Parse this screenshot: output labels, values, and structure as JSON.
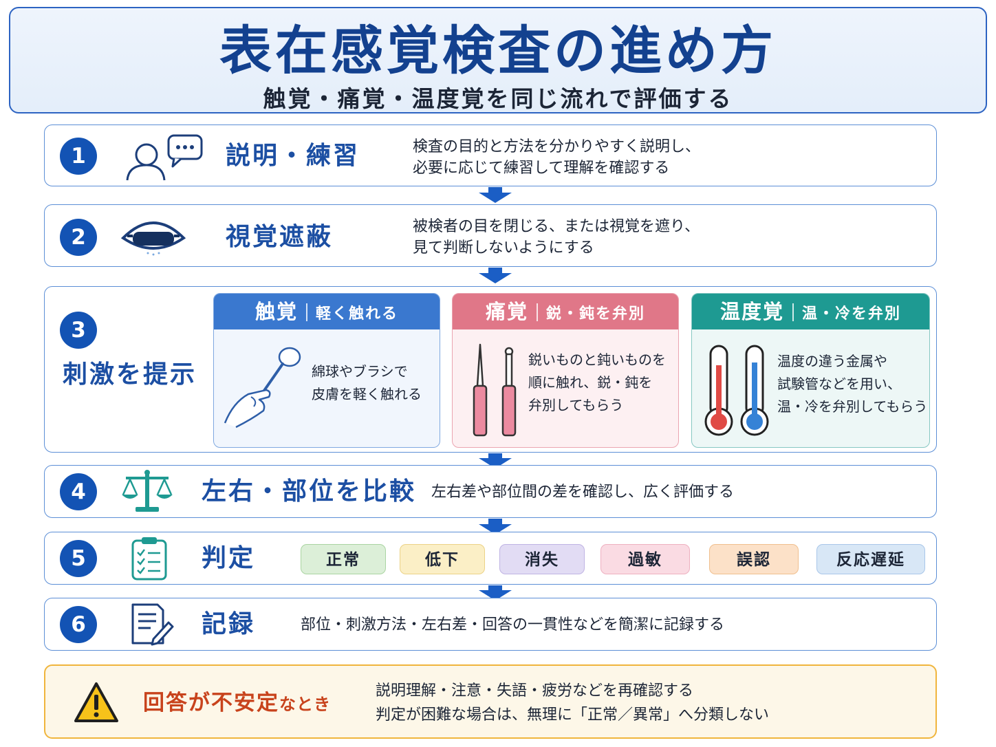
{
  "header": {
    "title": "表在感覚検査の進め方",
    "subtitle": "触覚・痛覚・温度覚を同じ流れで評価する"
  },
  "steps": [
    {
      "number": "1",
      "title": "説明・練習",
      "desc_line1": "検査の目的と方法を分かりやすく説明し、",
      "desc_line2": "必要に応じて練習して理解を確認する",
      "icon": "person-speech-icon"
    },
    {
      "number": "2",
      "title": "視覚遮蔽",
      "desc_line1": "被検者の目を閉じる、または視覚を遮り、",
      "desc_line2": "見て判断しないようにする",
      "icon": "eye-mask-icon"
    },
    {
      "number": "3",
      "title": "刺激を提示"
    },
    {
      "number": "4",
      "title": "左右・部位を比較",
      "desc": "左右差や部位間の差を確認し、広く評価する",
      "icon": "balance-scale-icon"
    },
    {
      "number": "5",
      "title": "判定",
      "icon": "clipboard-checklist-icon"
    },
    {
      "number": "6",
      "title": "記録",
      "desc": "部位・刺激方法・左右差・回答の一貫性などを簡潔に記録する",
      "icon": "document-pen-icon"
    }
  ],
  "stimuli": [
    {
      "name": "触覚",
      "sub": "軽く触れる",
      "lines": [
        "綿球やブラシで",
        "皮膚を軽く触れる"
      ],
      "color": "#3a78cf",
      "icon": "cotton-swab-hand-icon"
    },
    {
      "name": "痛覚",
      "sub": "鋭・鈍を弁別",
      "lines": [
        "鋭いものと鈍いものを",
        "順に触れ、鋭・鈍を",
        "弁別してもらう"
      ],
      "color": "#e07788",
      "icon": "pin-tools-icon"
    },
    {
      "name": "温度覚",
      "sub": "温・冷を弁別",
      "lines": [
        "温度の違う金属や",
        "試験管などを用い、",
        "温・冷を弁別してもらう"
      ],
      "color": "#1e9a92",
      "icon": "thermometers-icon"
    }
  ],
  "judgements": [
    {
      "label": "正常",
      "color": "#dcefd8"
    },
    {
      "label": "低下",
      "color": "#fbefc6"
    },
    {
      "label": "消失",
      "color": "#e2dcf4"
    },
    {
      "label": "過敏",
      "color": "#fadbe3"
    },
    {
      "label": "誤認",
      "color": "#fce1c8"
    },
    {
      "label": "反応遅延",
      "color": "#d8e7f6"
    }
  ],
  "warning": {
    "title_main": "回答が不安定",
    "title_tail": "なとき",
    "line1": "説明理解・注意・失語・疲労などを再確認する",
    "line2": "判定が困難な場合は、無理に「正常／異常」へ分類しない",
    "icon": "warning-triangle-icon"
  }
}
